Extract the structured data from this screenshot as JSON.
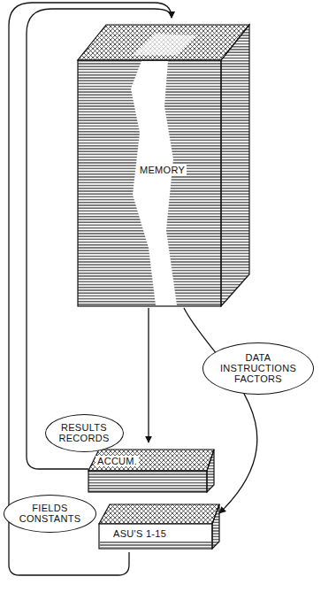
{
  "diagram": {
    "nodes": [
      {
        "text": [
          "MEMORY"
        ]
      },
      {
        "text": [
          "DATA INSTRUCTIONS FACTORS"
        ]
      },
      {
        "text": [
          "RESULTS RECORDS"
        ]
      },
      {
        "text": [
          "ACCUM."
        ]
      },
      {
        "text": [
          "FIELDS CONSTANTS"
        ]
      },
      {
        "text": [
          "ASU'S 1-15"
        ]
      }
    ],
    "edges": [
      {
        "from": 0,
        "to": 3,
        "arrow": "to"
      },
      {
        "from": 0,
        "to": 5,
        "arrow": "to"
      },
      {
        "from": 3,
        "to": 0,
        "arrow": "to"
      },
      {
        "from": 5,
        "to": 0,
        "arrow": "to"
      }
    ]
  }
}
